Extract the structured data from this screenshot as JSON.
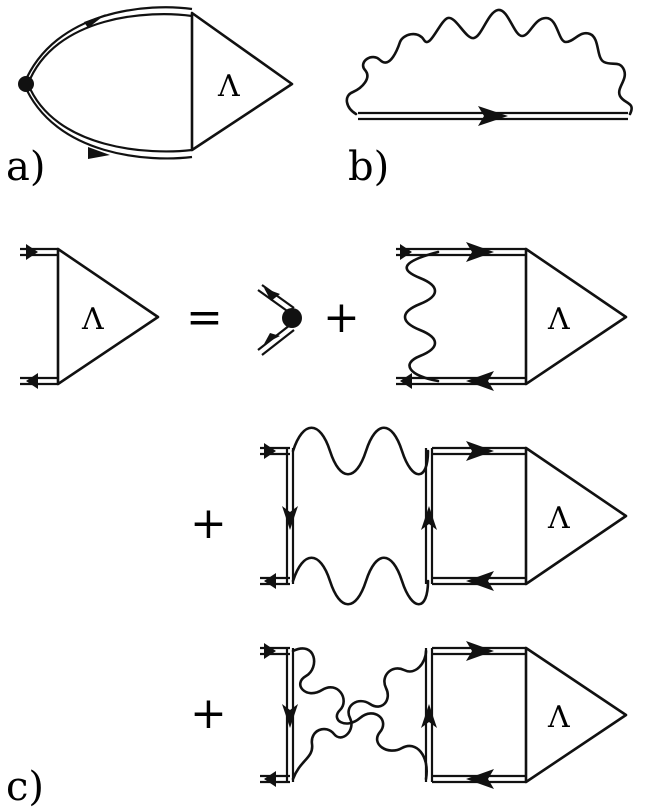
{
  "panels": {
    "a": {
      "label": "a)",
      "vertex_symbol": "Λ"
    },
    "b": {
      "label": "b)"
    },
    "c": {
      "label": "c)",
      "lhs_symbol": "Λ",
      "equals": "=",
      "plus": "+",
      "term1_symbol": "Λ",
      "term2_symbol": "Λ",
      "term3_symbol": "Λ"
    }
  },
  "colors": {
    "ink": "#111111",
    "background": "#ffffff"
  }
}
